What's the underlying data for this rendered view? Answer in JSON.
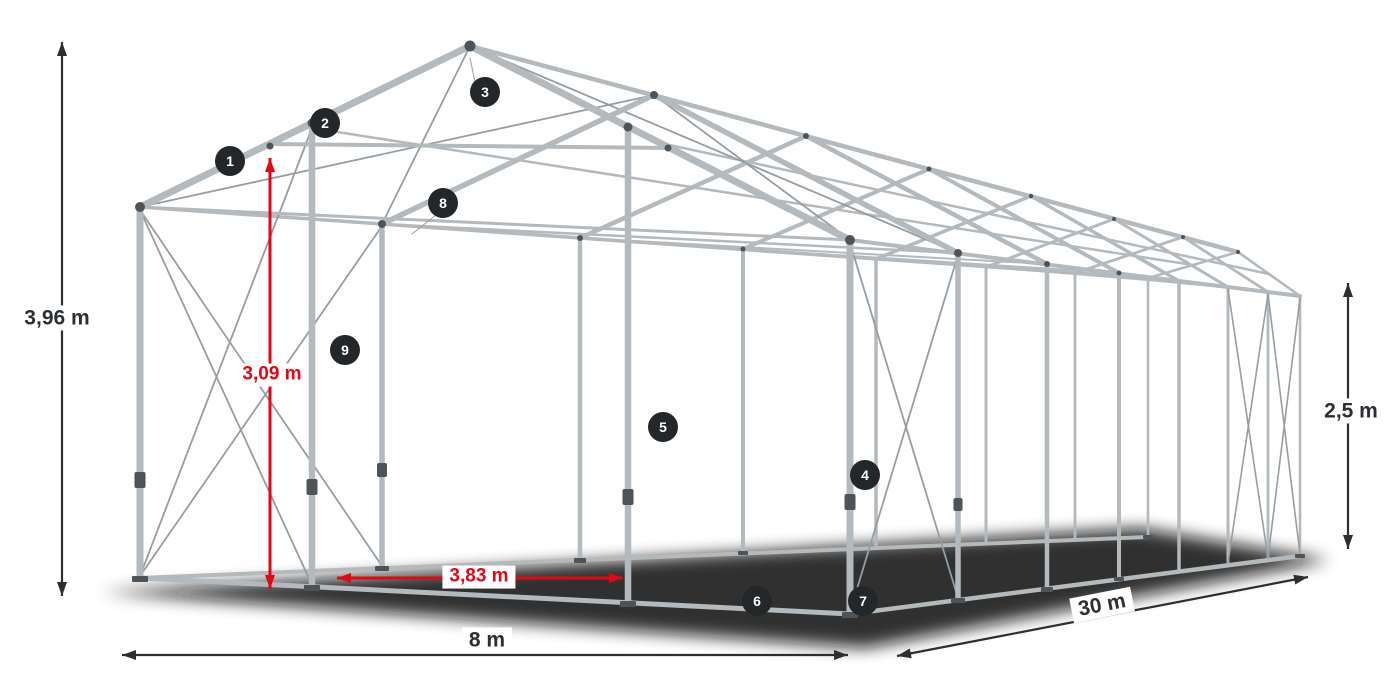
{
  "colors": {
    "background": "#ffffff",
    "frame": "#b3b9bc",
    "frame_dark": "#979da1",
    "joint": "#4e5357",
    "dim": "#2b2f33",
    "accent_red": "#e30613",
    "badge_bg": "#232729",
    "badge_text": "#ffffff"
  },
  "dimensions": {
    "total_height": {
      "label": "3,96 m",
      "accent": false
    },
    "inner_height": {
      "label": "3,09 m",
      "accent": true
    },
    "side_height": {
      "label": "2,5 m",
      "accent": false
    },
    "inner_width": {
      "label": "3,83 m",
      "accent": true
    },
    "width": {
      "label": "8 m",
      "accent": false
    },
    "length": {
      "label": "30 m",
      "accent": false
    }
  },
  "callouts": [
    {
      "num": "1"
    },
    {
      "num": "2"
    },
    {
      "num": "3"
    },
    {
      "num": "4"
    },
    {
      "num": "5"
    },
    {
      "num": "6"
    },
    {
      "num": "7"
    },
    {
      "num": "8"
    },
    {
      "num": "9"
    }
  ]
}
